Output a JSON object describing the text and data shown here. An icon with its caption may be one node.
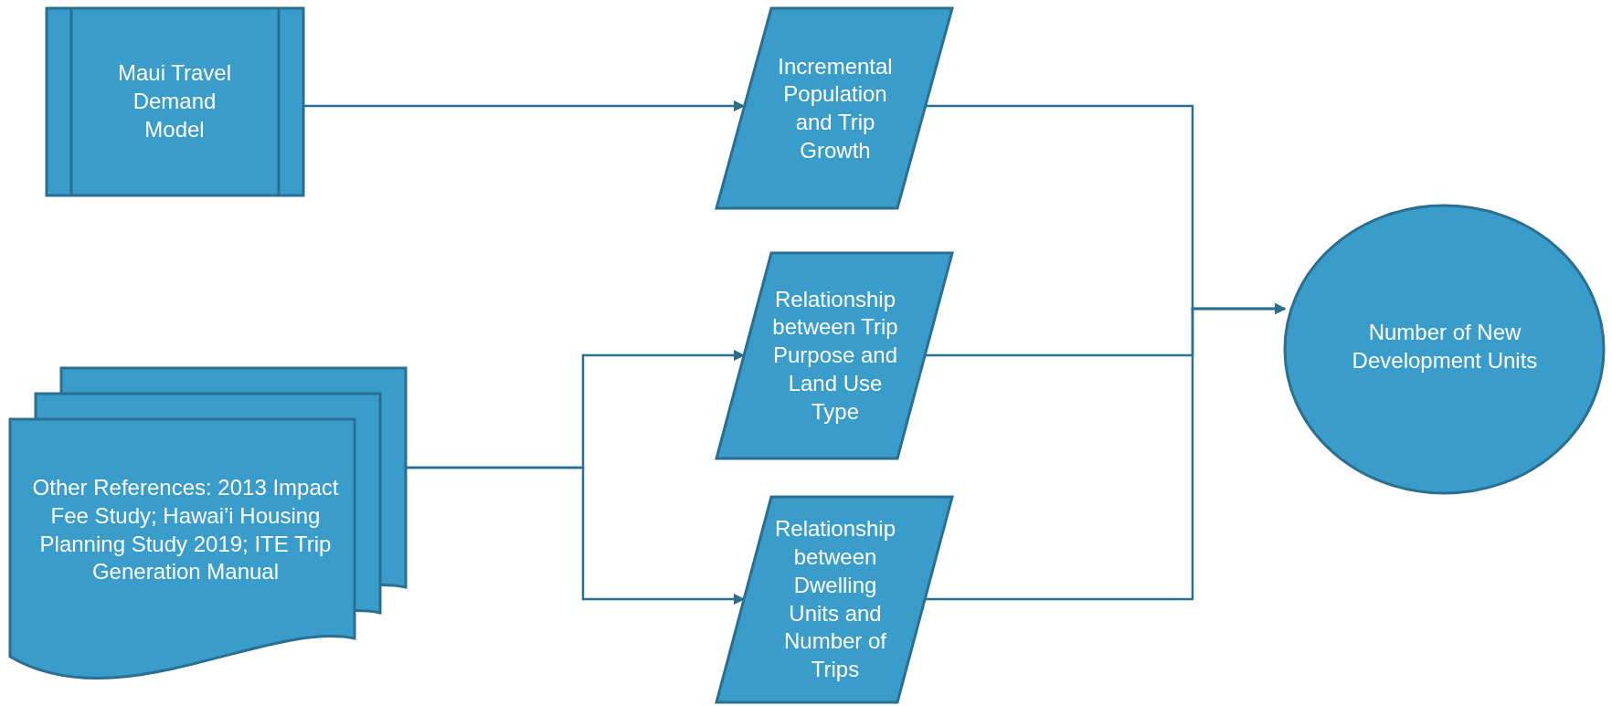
{
  "diagram": {
    "nodes": [
      {
        "text": [
          "Maui Travel Demand Model"
        ]
      },
      {
        "text": [
          "Incremental Population and Trip Growth"
        ]
      },
      {
        "text": [
          "Relationship between Trip Purpose and Land Use Type"
        ]
      },
      {
        "text": [
          "Relationship between Dwelling Units and Number of Trips"
        ]
      },
      {
        "text": [
          "Number of New Development Units"
        ]
      },
      {
        "text": [
          "Other References: 2013 Impact Fee Study; Hawai’i Housing Planning Study 2019; ITE Trip Generation Manual"
        ]
      }
    ],
    "edges": [
      {
        "from": 0,
        "to": 1,
        "arrow": "to"
      },
      {
        "from": 5,
        "to": 2,
        "arrow": "to"
      },
      {
        "from": 5,
        "to": 3,
        "arrow": "to"
      },
      {
        "from": 1,
        "to": 4,
        "arrow": "to"
      },
      {
        "from": 2,
        "to": 4,
        "arrow": "to"
      },
      {
        "from": 3,
        "to": 4,
        "arrow": "to"
      }
    ]
  }
}
